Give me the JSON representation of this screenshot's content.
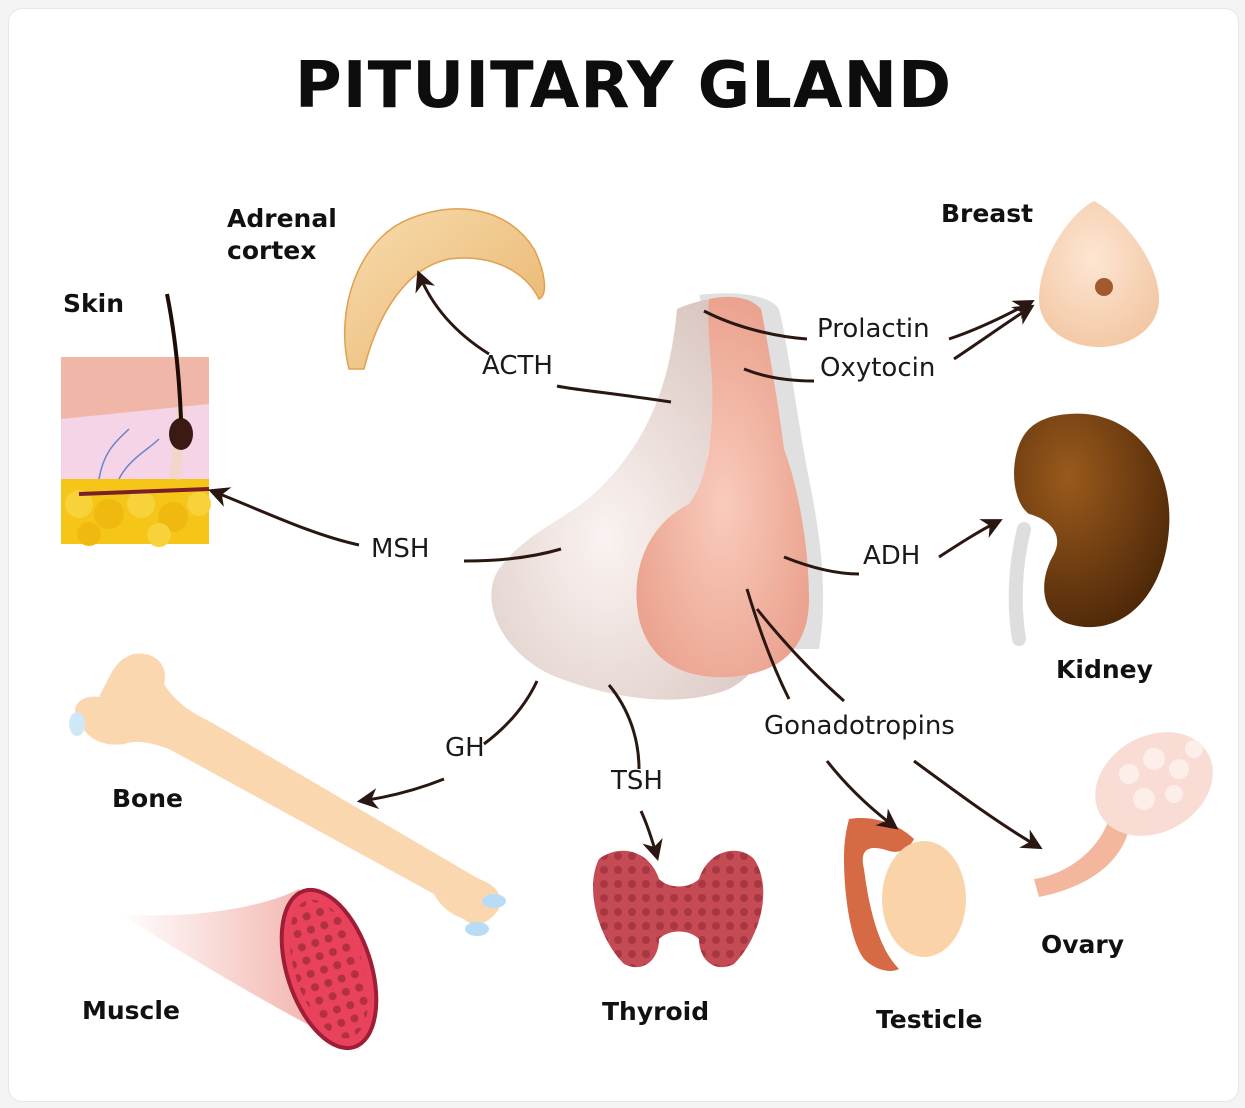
{
  "title": "PITUITARY GLAND",
  "hormones": {
    "prolactin": "Prolactin",
    "oxytocin": "Oxytocin",
    "acth": "ACTH",
    "msh": "MSH",
    "adh": "ADH",
    "gh": "GH",
    "tsh": "TSH",
    "gonadotropins": "Gonadotropins"
  },
  "organs": {
    "adrenal_cortex_line1": "Adrenal",
    "adrenal_cortex_line2": "cortex",
    "skin": "Skin",
    "breast": "Breast",
    "kidney": "Kidney",
    "bone": "Bone",
    "muscle": "Muscle",
    "thyroid": "Thyroid",
    "testicle": "Testicle",
    "ovary": "Ovary"
  },
  "colors": {
    "arrow": "#2b1712",
    "anterior_lobe": "#ece0dc",
    "posterior_lobe": "#f3b8a6",
    "kidney": "#6b3a12",
    "thyroid": "#b23b45"
  }
}
